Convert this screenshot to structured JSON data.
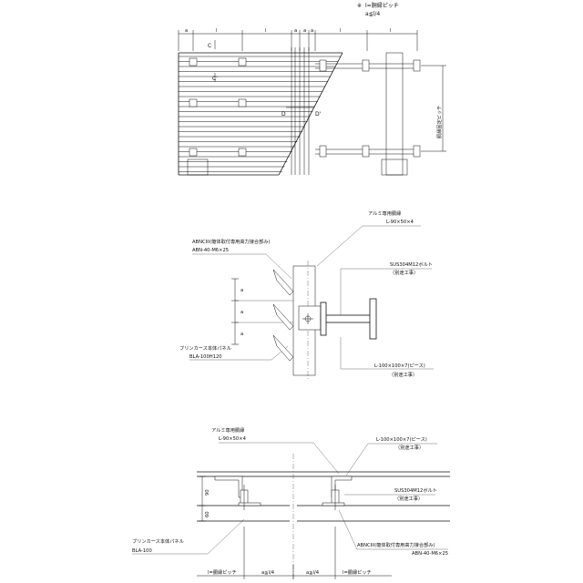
{
  "elevation": {
    "note_symbol": "※",
    "note_line1": "l=胴縁ピッチ",
    "note_line2": "a≦l/4",
    "dims_top": [
      "a",
      "l",
      "l",
      "a",
      "a",
      "a",
      "l",
      "l"
    ],
    "section_c": "C",
    "section_c_prime": "C'",
    "section_d": "D",
    "section_d_prime": "D'",
    "right_dim_label": "胴縁固定ピッチ"
  },
  "section_plan": {
    "rail_title": "アルミ専用胴縁",
    "rail_size": "L-90×50×4",
    "anchor_title": "ABNCIII(躯体取付専用高力接合部み)",
    "anchor_size": "ABN-40-M6×25",
    "bolt_title": "SUS304M12ボルト",
    "bolt_note": "（別途工事）",
    "panel_title": "ブリンカース本体パネル",
    "panel_size": "BLA-100H120",
    "piece_title": "L-100×100×7(ピース)",
    "piece_note": "（別途工事）",
    "dims_left": [
      "a",
      "a",
      "a"
    ]
  },
  "section_detail": {
    "rail_title": "アルミ専用胴縁",
    "rail_size": "L-90×50×4",
    "piece_title": "L-100×100×7(ピース)",
    "piece_note": "（別途工事）",
    "bolt_title": "SUS304M12ボルト",
    "bolt_note": "（別途工事）",
    "panel_title": "ブリンカース本体パネル",
    "panel_size": "BLA-100",
    "anchor_title": "ABNCIII(躯体取付専用高力接合部み)",
    "anchor_size": "ABN-40-M6×25",
    "dims_left": [
      "90",
      "60"
    ],
    "dims_bottom": [
      "l=胴縁ピッチ",
      "a≦l/4",
      "a≦l/4",
      "l=胴縁ピッチ"
    ]
  }
}
